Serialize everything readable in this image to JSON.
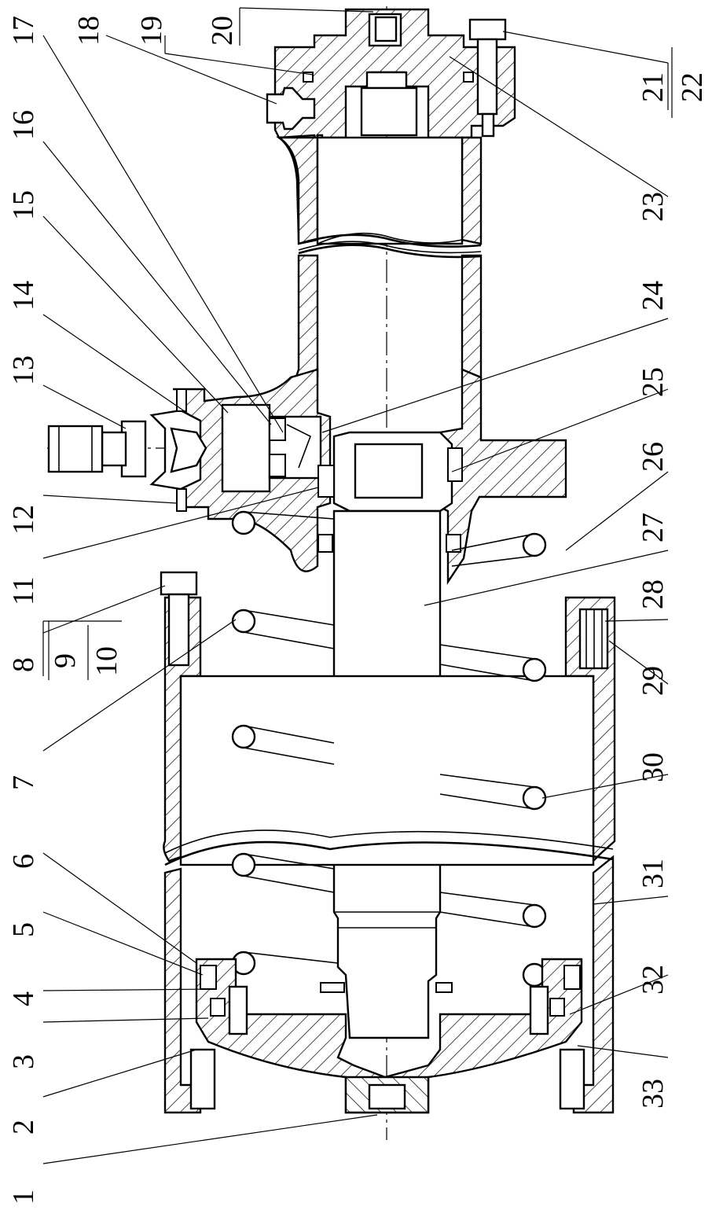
{
  "labels_left": [
    "1",
    "2",
    "3",
    "4",
    "5",
    "6",
    "7",
    "8",
    "9",
    "10",
    "11",
    "12",
    "13",
    "14",
    "15",
    "16",
    "17",
    "18",
    "19",
    "20"
  ],
  "labels_right": [
    "21",
    "22",
    "23",
    "24",
    "25",
    "26",
    "27",
    "28",
    "29",
    "30",
    "31",
    "32",
    "33"
  ]
}
